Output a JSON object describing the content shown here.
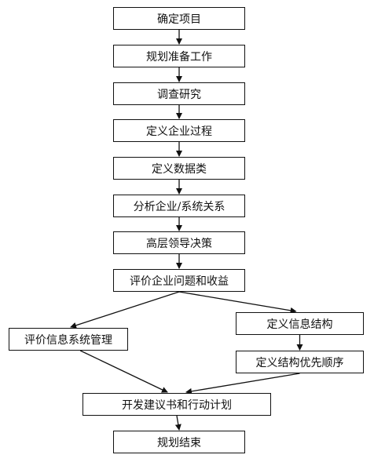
{
  "diagram": {
    "nodes": [
      {
        "id": "n1",
        "label": "确定项目"
      },
      {
        "id": "n2",
        "label": "规划准备工作"
      },
      {
        "id": "n3",
        "label": "调查研究"
      },
      {
        "id": "n4",
        "label": "定义企业过程"
      },
      {
        "id": "n5",
        "label": "定义数据类"
      },
      {
        "id": "n6",
        "label": "分析企业/系统关系"
      },
      {
        "id": "n7",
        "label": "高层领导决策"
      },
      {
        "id": "n8",
        "label": "评价企业问题和收益"
      },
      {
        "id": "n9",
        "label": "评价信息系统管理"
      },
      {
        "id": "n10",
        "label": "定义信息结构"
      },
      {
        "id": "n11",
        "label": "定义结构优先顺序"
      },
      {
        "id": "n12",
        "label": "开发建议书和行动计划"
      },
      {
        "id": "n13",
        "label": "规划结束"
      }
    ],
    "edges": [
      [
        "n1",
        "n2"
      ],
      [
        "n2",
        "n3"
      ],
      [
        "n3",
        "n4"
      ],
      [
        "n4",
        "n5"
      ],
      [
        "n5",
        "n6"
      ],
      [
        "n6",
        "n7"
      ],
      [
        "n7",
        "n8"
      ],
      [
        "n8",
        "n9"
      ],
      [
        "n8",
        "n10"
      ],
      [
        "n10",
        "n11"
      ],
      [
        "n9",
        "n12"
      ],
      [
        "n11",
        "n12"
      ],
      [
        "n12",
        "n13"
      ]
    ]
  }
}
